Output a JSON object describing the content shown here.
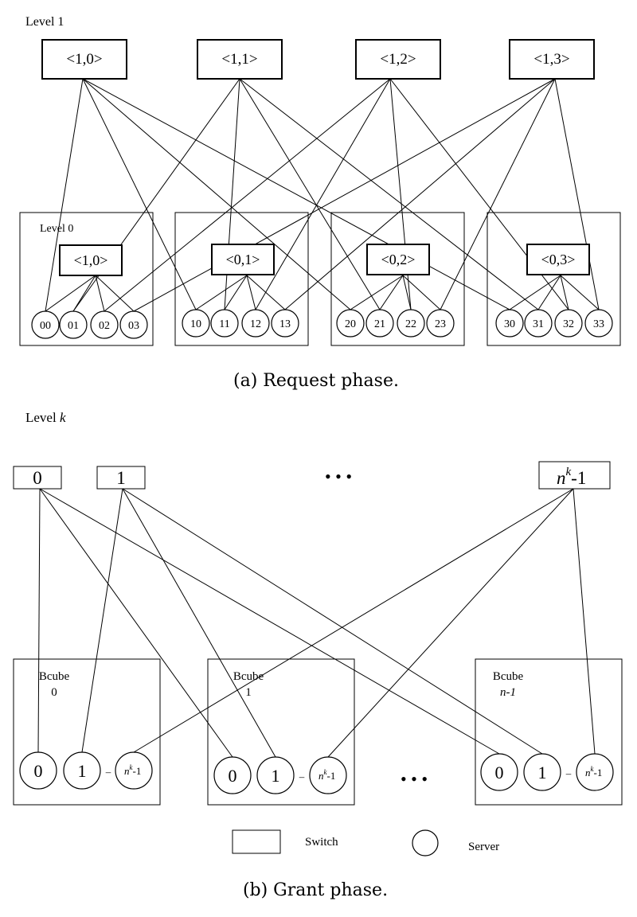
{
  "request": {
    "level1_label": "Level 1",
    "level0_label": "Level 0",
    "level1_switches": [
      "<1,0>",
      "<1,1>",
      "<1,2>",
      "<1,3>"
    ],
    "level0_switches": [
      "<1,0>",
      "<0,1>",
      "<0,2>",
      "<0,3>"
    ],
    "servers": [
      [
        "00",
        "01",
        "02",
        "03"
      ],
      [
        "10",
        "11",
        "12",
        "13"
      ],
      [
        "20",
        "21",
        "22",
        "23"
      ],
      [
        "30",
        "31",
        "32",
        "33"
      ]
    ],
    "caption": "(a)  Request phase."
  },
  "grant": {
    "level_label_prefix": "Level ",
    "level_label_var": "k",
    "switches": {
      "first": "0",
      "second": "1",
      "ellipsis": "• • •",
      "last_base": "n",
      "last_sup": "k",
      "last_suffix": "-1"
    },
    "bcubes": [
      {
        "name": "Bcube",
        "index": "0"
      },
      {
        "name": "Bcube",
        "index": "1"
      },
      {
        "name": "Bcube",
        "index": "n-1"
      }
    ],
    "servers": {
      "s0": "0",
      "s1": "1",
      "dash": "–",
      "last_base": "n",
      "last_sup": "k",
      "last_suffix": "-1"
    },
    "middle_ellipsis": "• • •",
    "legend": {
      "switch": "Switch",
      "server": "Server"
    },
    "caption": "(b)  Grant phase."
  }
}
